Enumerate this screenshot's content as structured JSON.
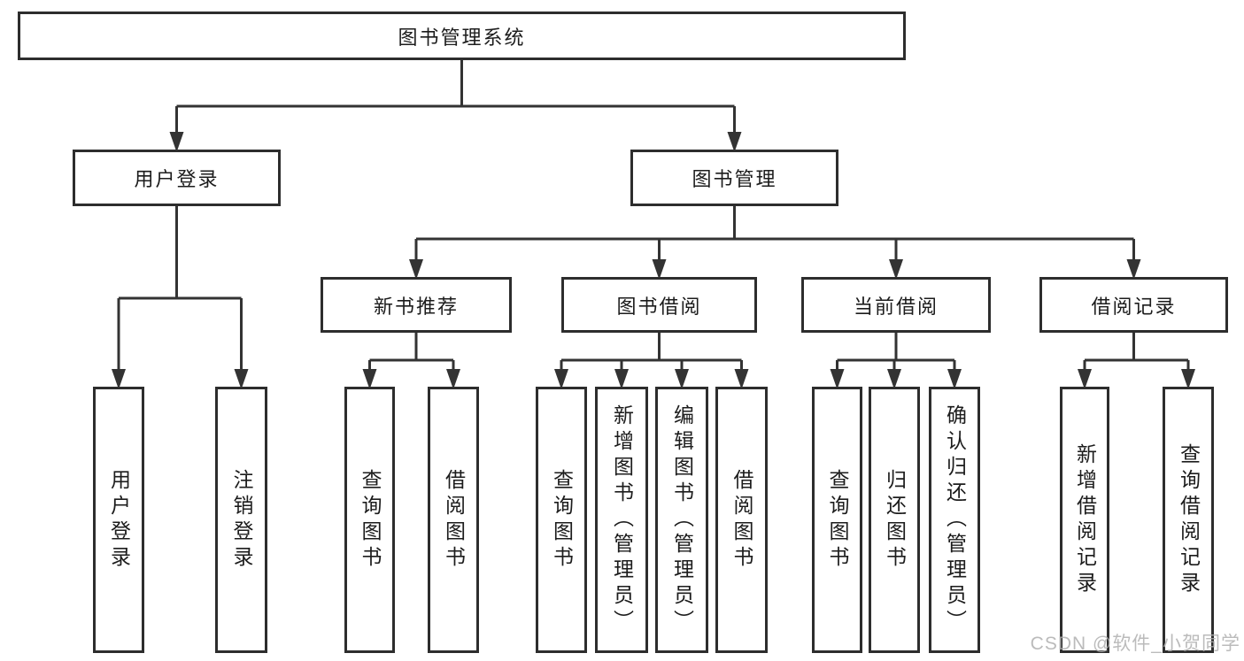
{
  "diagram": {
    "title": "图书管理系统",
    "type": "function-structure-tree",
    "colors": {
      "line": "#333333",
      "box_border": "#2d2d2d",
      "text": "#1c1c1c",
      "background": "#ffffff",
      "watermark": "#afafaf"
    },
    "tree": {
      "label": "图书管理系统",
      "children": [
        {
          "label": "用户登录",
          "children": [
            {
              "label": "用户登录"
            },
            {
              "label": "注销登录"
            }
          ]
        },
        {
          "label": "图书管理",
          "children": [
            {
              "label": "新书推荐",
              "children": [
                {
                  "label": "查询图书"
                },
                {
                  "label": "借阅图书"
                }
              ]
            },
            {
              "label": "图书借阅",
              "children": [
                {
                  "label": "查询图书"
                },
                {
                  "label": "新增图书（管理员）"
                },
                {
                  "label": "编辑图书（管理员）"
                },
                {
                  "label": "借阅图书"
                }
              ]
            },
            {
              "label": "当前借阅",
              "children": [
                {
                  "label": "查询图书"
                },
                {
                  "label": "归还图书"
                },
                {
                  "label": "确认归还（管理员）"
                }
              ]
            },
            {
              "label": "借阅记录",
              "children": [
                {
                  "label": "新增借阅记录"
                },
                {
                  "label": "查询借阅记录"
                }
              ]
            }
          ]
        }
      ]
    }
  },
  "watermark": {
    "text": "CSDN @软件_小贺同学"
  }
}
